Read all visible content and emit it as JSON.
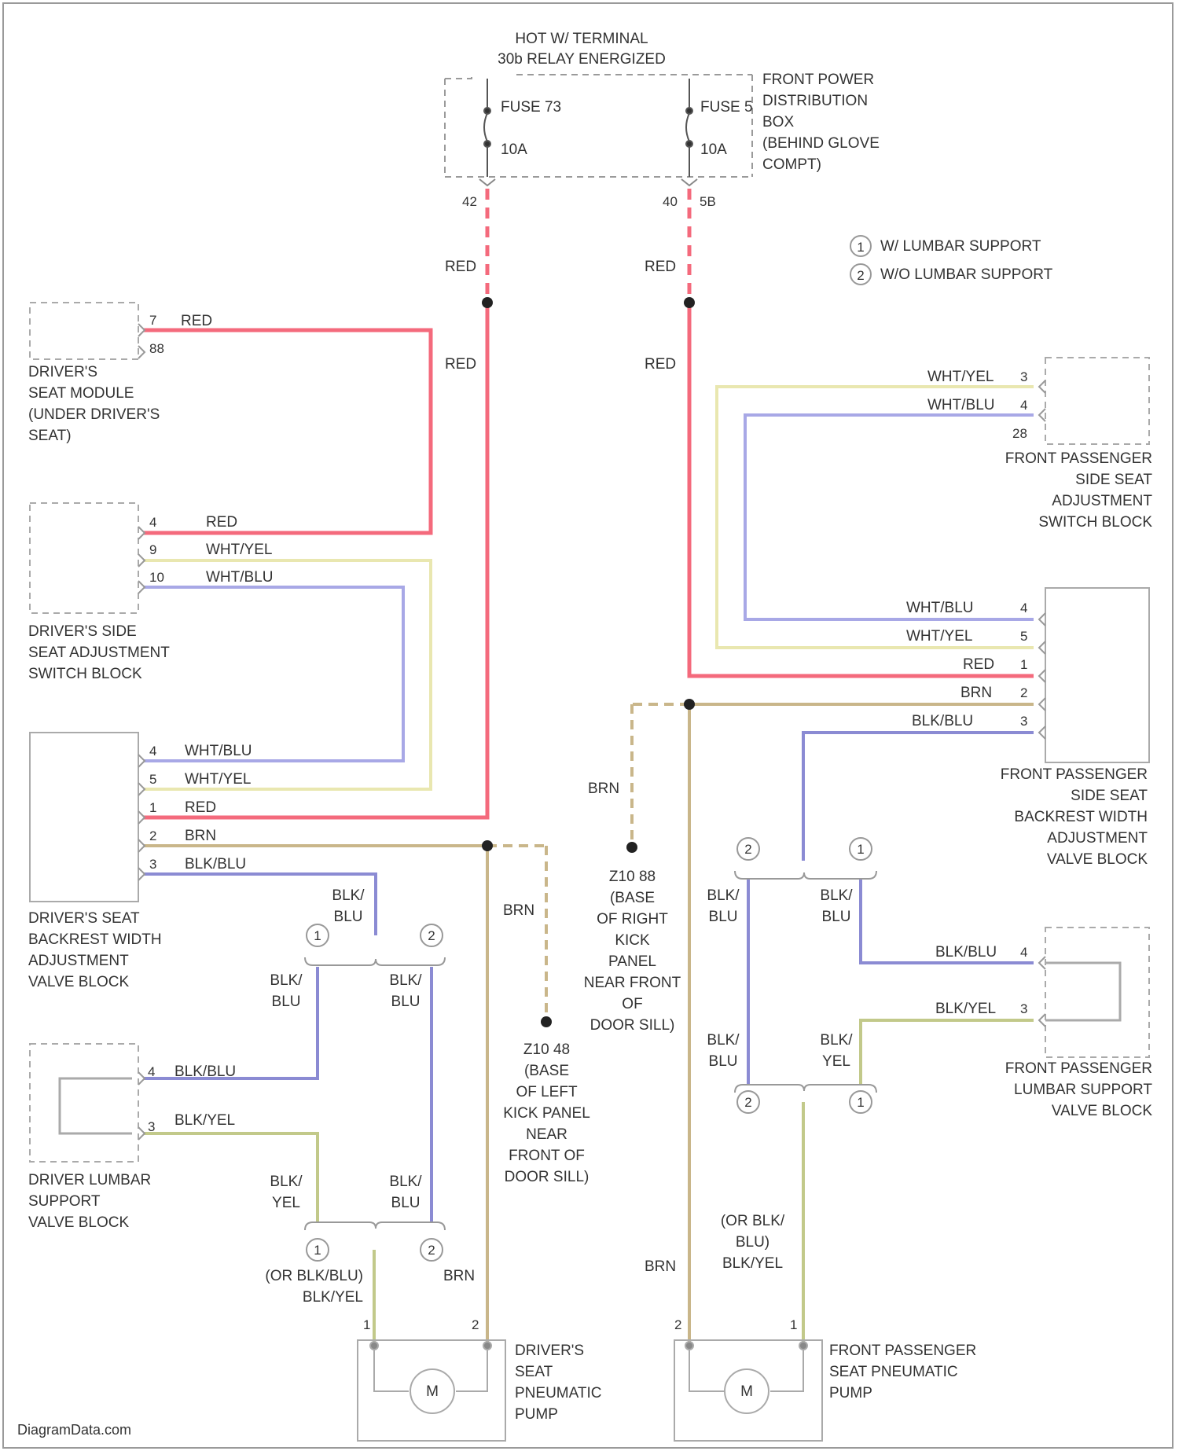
{
  "colors": {
    "red": "#f46a7c",
    "yellow": "#e9e7b0",
    "blue": "#a8a8e6",
    "brown": "#c9b68a",
    "outline": "#9a9a9a",
    "text": "#333333"
  },
  "header": {
    "hot_line1": "HOT W/ TERMINAL",
    "hot_line2": "30b RELAY ENERGIZED"
  },
  "fuses": {
    "left": {
      "name": "FUSE 73",
      "rating": "10A",
      "pin_left": "42"
    },
    "right": {
      "name": "FUSE 5",
      "rating": "10A",
      "pin_left": "40",
      "pin_right": "5B"
    },
    "box_label": "FRONT POWER\nDISTRIBUTION\nBOX\n(BEHIND GLOVE\nCOMPT)"
  },
  "legend": {
    "items": [
      {
        "num": "1",
        "text": "W/ LUMBAR SUPPORT"
      },
      {
        "num": "2",
        "text": "W/O LUMBAR SUPPORT"
      }
    ]
  },
  "wire_labels": {
    "red": "RED",
    "wht_yel": "WHT/YEL",
    "wht_blu": "WHT/BLU",
    "brn": "BRN",
    "blk_blu": "BLK/BLU",
    "blk_yel": "BLK/YEL",
    "blk_blu_stacked": "BLK/\nBLU",
    "blk_yel_stacked": "BLK/\nYEL",
    "or_left": "(OR BLK/BLU)\nBLK/YEL",
    "or_right": "(OR BLK/\nBLU)\nBLK/YEL"
  },
  "components": {
    "drivers_seat_module": "DRIVER'S\nSEAT MODULE\n(UNDER DRIVER'S\nSEAT)",
    "drivers_switch_block": "DRIVER'S SIDE\nSEAT ADJUSTMENT\nSWITCH BLOCK",
    "drivers_backrest_block": "DRIVER'S SEAT\nBACKREST WIDTH\nADJUSTMENT\nVALVE BLOCK",
    "driver_lumbar_block": "DRIVER LUMBAR\nSUPPORT\nVALVE BLOCK",
    "drivers_pump": "DRIVER'S\nSEAT\nPNEUMATIC\nPUMP",
    "ground_left": "Z10 48\n(BASE\nOF LEFT\nKICK PANEL\nNEAR\nFRONT OF\nDOOR SILL)",
    "ground_right": "Z10 88\n(BASE\nOF RIGHT\nKICK\nPANEL\nNEAR FRONT\nOF\nDOOR SILL)",
    "pass_switch_block": "FRONT PASSENGER\nSIDE SEAT\nADJUSTMENT\nSWITCH BLOCK",
    "pass_backrest_block": "FRONT PASSENGER\nSIDE SEAT\nBACKREST WIDTH\nADJUSTMENT\nVALVE BLOCK",
    "pass_lumbar_block": "FRONT PASSENGER\nLUMBAR SUPPORT\nVALVE BLOCK",
    "pass_pump": "FRONT PASSENGER\nSEAT PNEUMATIC\nPUMP",
    "motor_symbol": "M"
  },
  "pins": {
    "module_7": "7",
    "module_88": "88",
    "sw_4": "4",
    "sw_9": "9",
    "sw_10": "10",
    "drv_bk_4": "4",
    "drv_bk_5": "5",
    "drv_bk_1": "1",
    "drv_bk_2": "2",
    "drv_bk_3": "3",
    "drv_lum_4": "4",
    "drv_lum_3": "3",
    "drv_pump_1": "1",
    "drv_pump_2": "2",
    "ps_sw_3": "3",
    "ps_sw_4": "4",
    "ps_sw_28": "28",
    "ps_bk_4": "4",
    "ps_bk_5": "5",
    "ps_bk_1": "1",
    "ps_bk_2": "2",
    "ps_bk_3": "3",
    "ps_lum_4": "4",
    "ps_lum_3": "3",
    "ps_pump_2": "2",
    "ps_pump_1": "1"
  },
  "callouts": {
    "one": "1",
    "two": "2"
  },
  "footer": {
    "watermark": "DiagramData.com"
  }
}
